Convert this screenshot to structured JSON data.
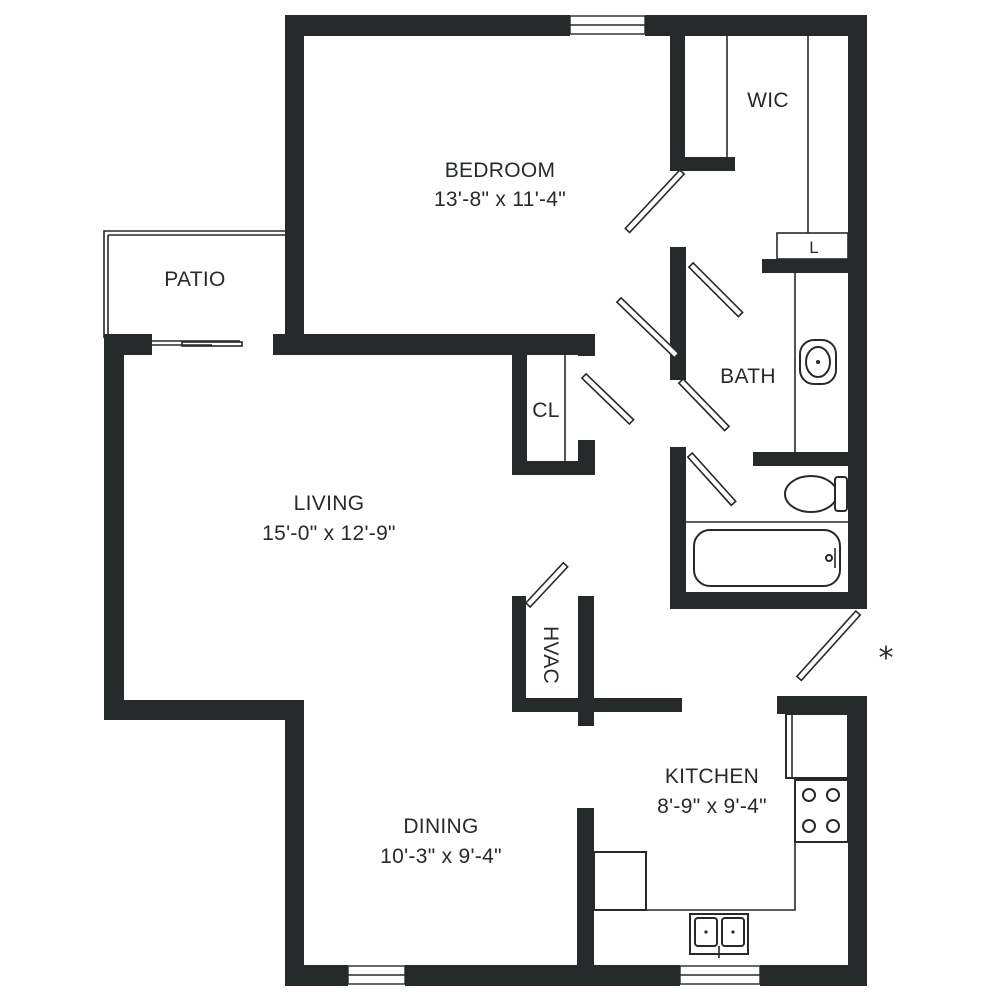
{
  "plan": {
    "rooms": {
      "bedroom": {
        "name": "BEDROOM",
        "size": "13'-8\" x 11'-4\""
      },
      "wic": {
        "name": "WIC"
      },
      "linen": {
        "name": "L"
      },
      "patio": {
        "name": "PATIO"
      },
      "bath": {
        "name": "BATH"
      },
      "closet": {
        "name": "CL"
      },
      "living": {
        "name": "LIVING",
        "size": "15'-0\" x 12'-9\""
      },
      "hvac": {
        "name": "HVAC"
      },
      "kitchen": {
        "name": "KITCHEN",
        "size": "8'-9\" x 9'-4\""
      },
      "dining": {
        "name": "DINING",
        "size": "10'-3\" x 9'-4\""
      }
    },
    "entry_marker": "*",
    "colors": {
      "wall": "#262a2b",
      "background": "#ffffff"
    }
  }
}
